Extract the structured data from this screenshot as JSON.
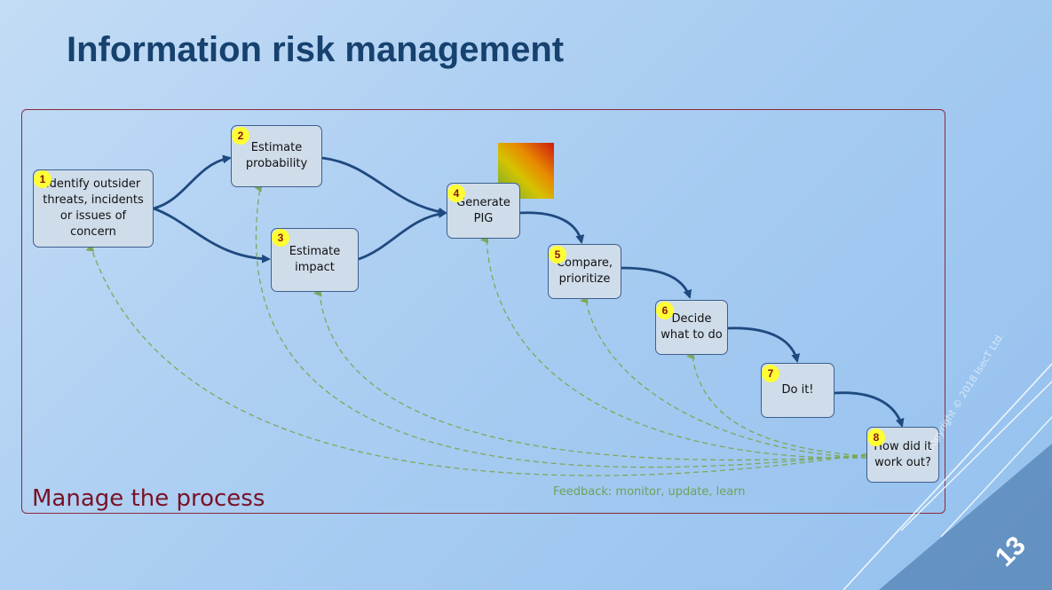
{
  "slide": {
    "title": "Information risk management",
    "process_label": "Manage the process",
    "feedback_label": "Feedback: monitor, update, learn",
    "copyright": "Copyright © 2018 IsecT Ltd.",
    "page_number": "13"
  },
  "steps": [
    {
      "num": "1",
      "label": "Identify outsider threats, incidents or issues of concern"
    },
    {
      "num": "2",
      "label": "Estimate probability"
    },
    {
      "num": "3",
      "label": "Estimate impact"
    },
    {
      "num": "4",
      "label": "Generate PIG"
    },
    {
      "num": "5",
      "label": "Compare, prioritize"
    },
    {
      "num": "6",
      "label": "Decide what to do"
    },
    {
      "num": "7",
      "label": "Do it!"
    },
    {
      "num": "8",
      "label": "How did it work out?"
    }
  ],
  "colors": {
    "flow_arrow": "#1f4a80",
    "feedback_arrow": "#7ea85a",
    "frame": "#8a2a3a",
    "badge": "#ffff33"
  }
}
